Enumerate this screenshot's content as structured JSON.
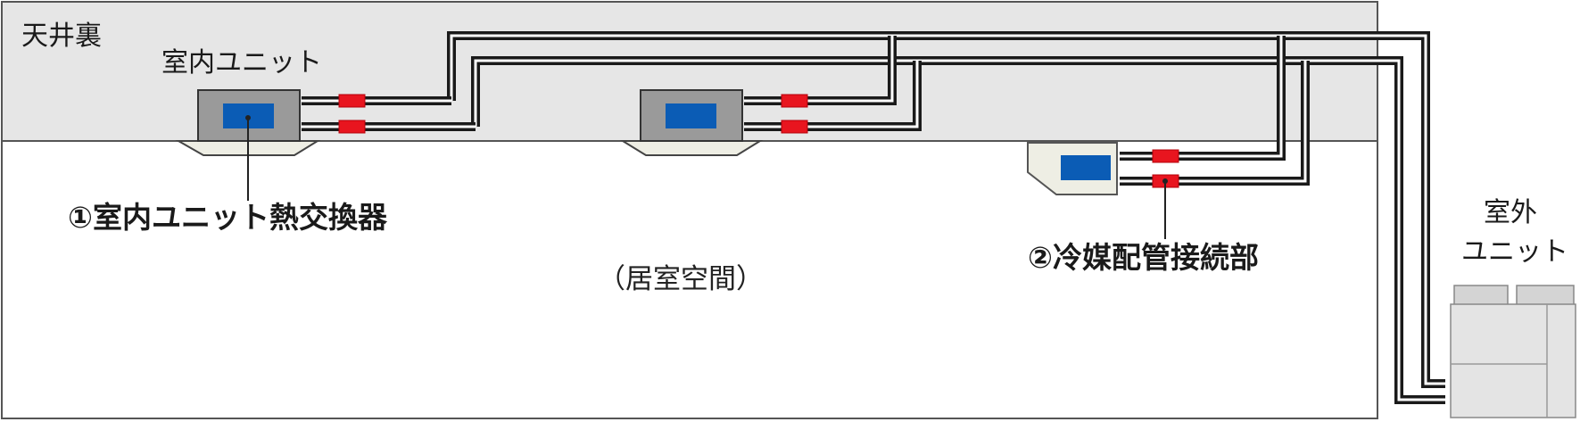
{
  "ceiling_label": "天井裏",
  "indoor_unit_label": "室内ユニット",
  "outdoor_unit_label": [
    "室外",
    "ユニット"
  ],
  "callout_1": "①室内ユニット熱交換器",
  "callout_2": "②冷媒配管接続部",
  "room_label": "（居室空間）",
  "colors": {
    "ceiling_fill": "#e6e6e6",
    "room_fill": "#ffffff",
    "border": "#555555",
    "pipe": "#1a1a1a",
    "pipe_inner": "#ffffff",
    "connector": "#e8151f",
    "heat_exchanger": "#0b5cb5",
    "unit_body": "#9a9a9a",
    "panel": "#eeeee4",
    "outdoor_unit": "#e4e4e4"
  }
}
